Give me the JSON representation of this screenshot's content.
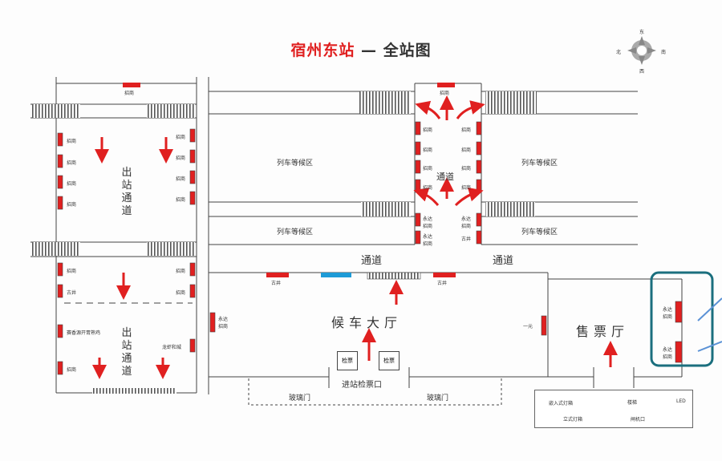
{
  "title": {
    "station": "宿州东站",
    "dash": " — ",
    "subtitle": "全站图"
  },
  "compass": {
    "north": "东",
    "east": "南",
    "south": "西",
    "west": "北"
  },
  "zones": {
    "train_waiting": "列车等候区",
    "channel": "通道",
    "exit_channel": "出站通道",
    "waiting_hall": "候车大厅",
    "ticket_hall": "售票厅",
    "entry_check": "进站检票口",
    "glass_door": "玻璃门"
  },
  "ticket_gates": [
    "检票",
    "检票"
  ],
  "ad_labels": {
    "zhaoshang": "招商",
    "gujing": "古井",
    "yongda": "永达",
    "yongda_zhaoshang": "永达招商",
    "yiyuan": "一元",
    "food": "赛香源开胃熟鸡",
    "longxia": "龙虾和城"
  },
  "legend": {
    "embedded_lightbox": "嵌入式灯箱",
    "stairs": "楼梯",
    "led": "LED",
    "standing_lightbox": "立式灯箱",
    "gate": "闸机口"
  },
  "colors": {
    "red": "#e02020",
    "blue": "#1e9bd7",
    "teal": "#1b6f7e",
    "line": "#444444"
  }
}
